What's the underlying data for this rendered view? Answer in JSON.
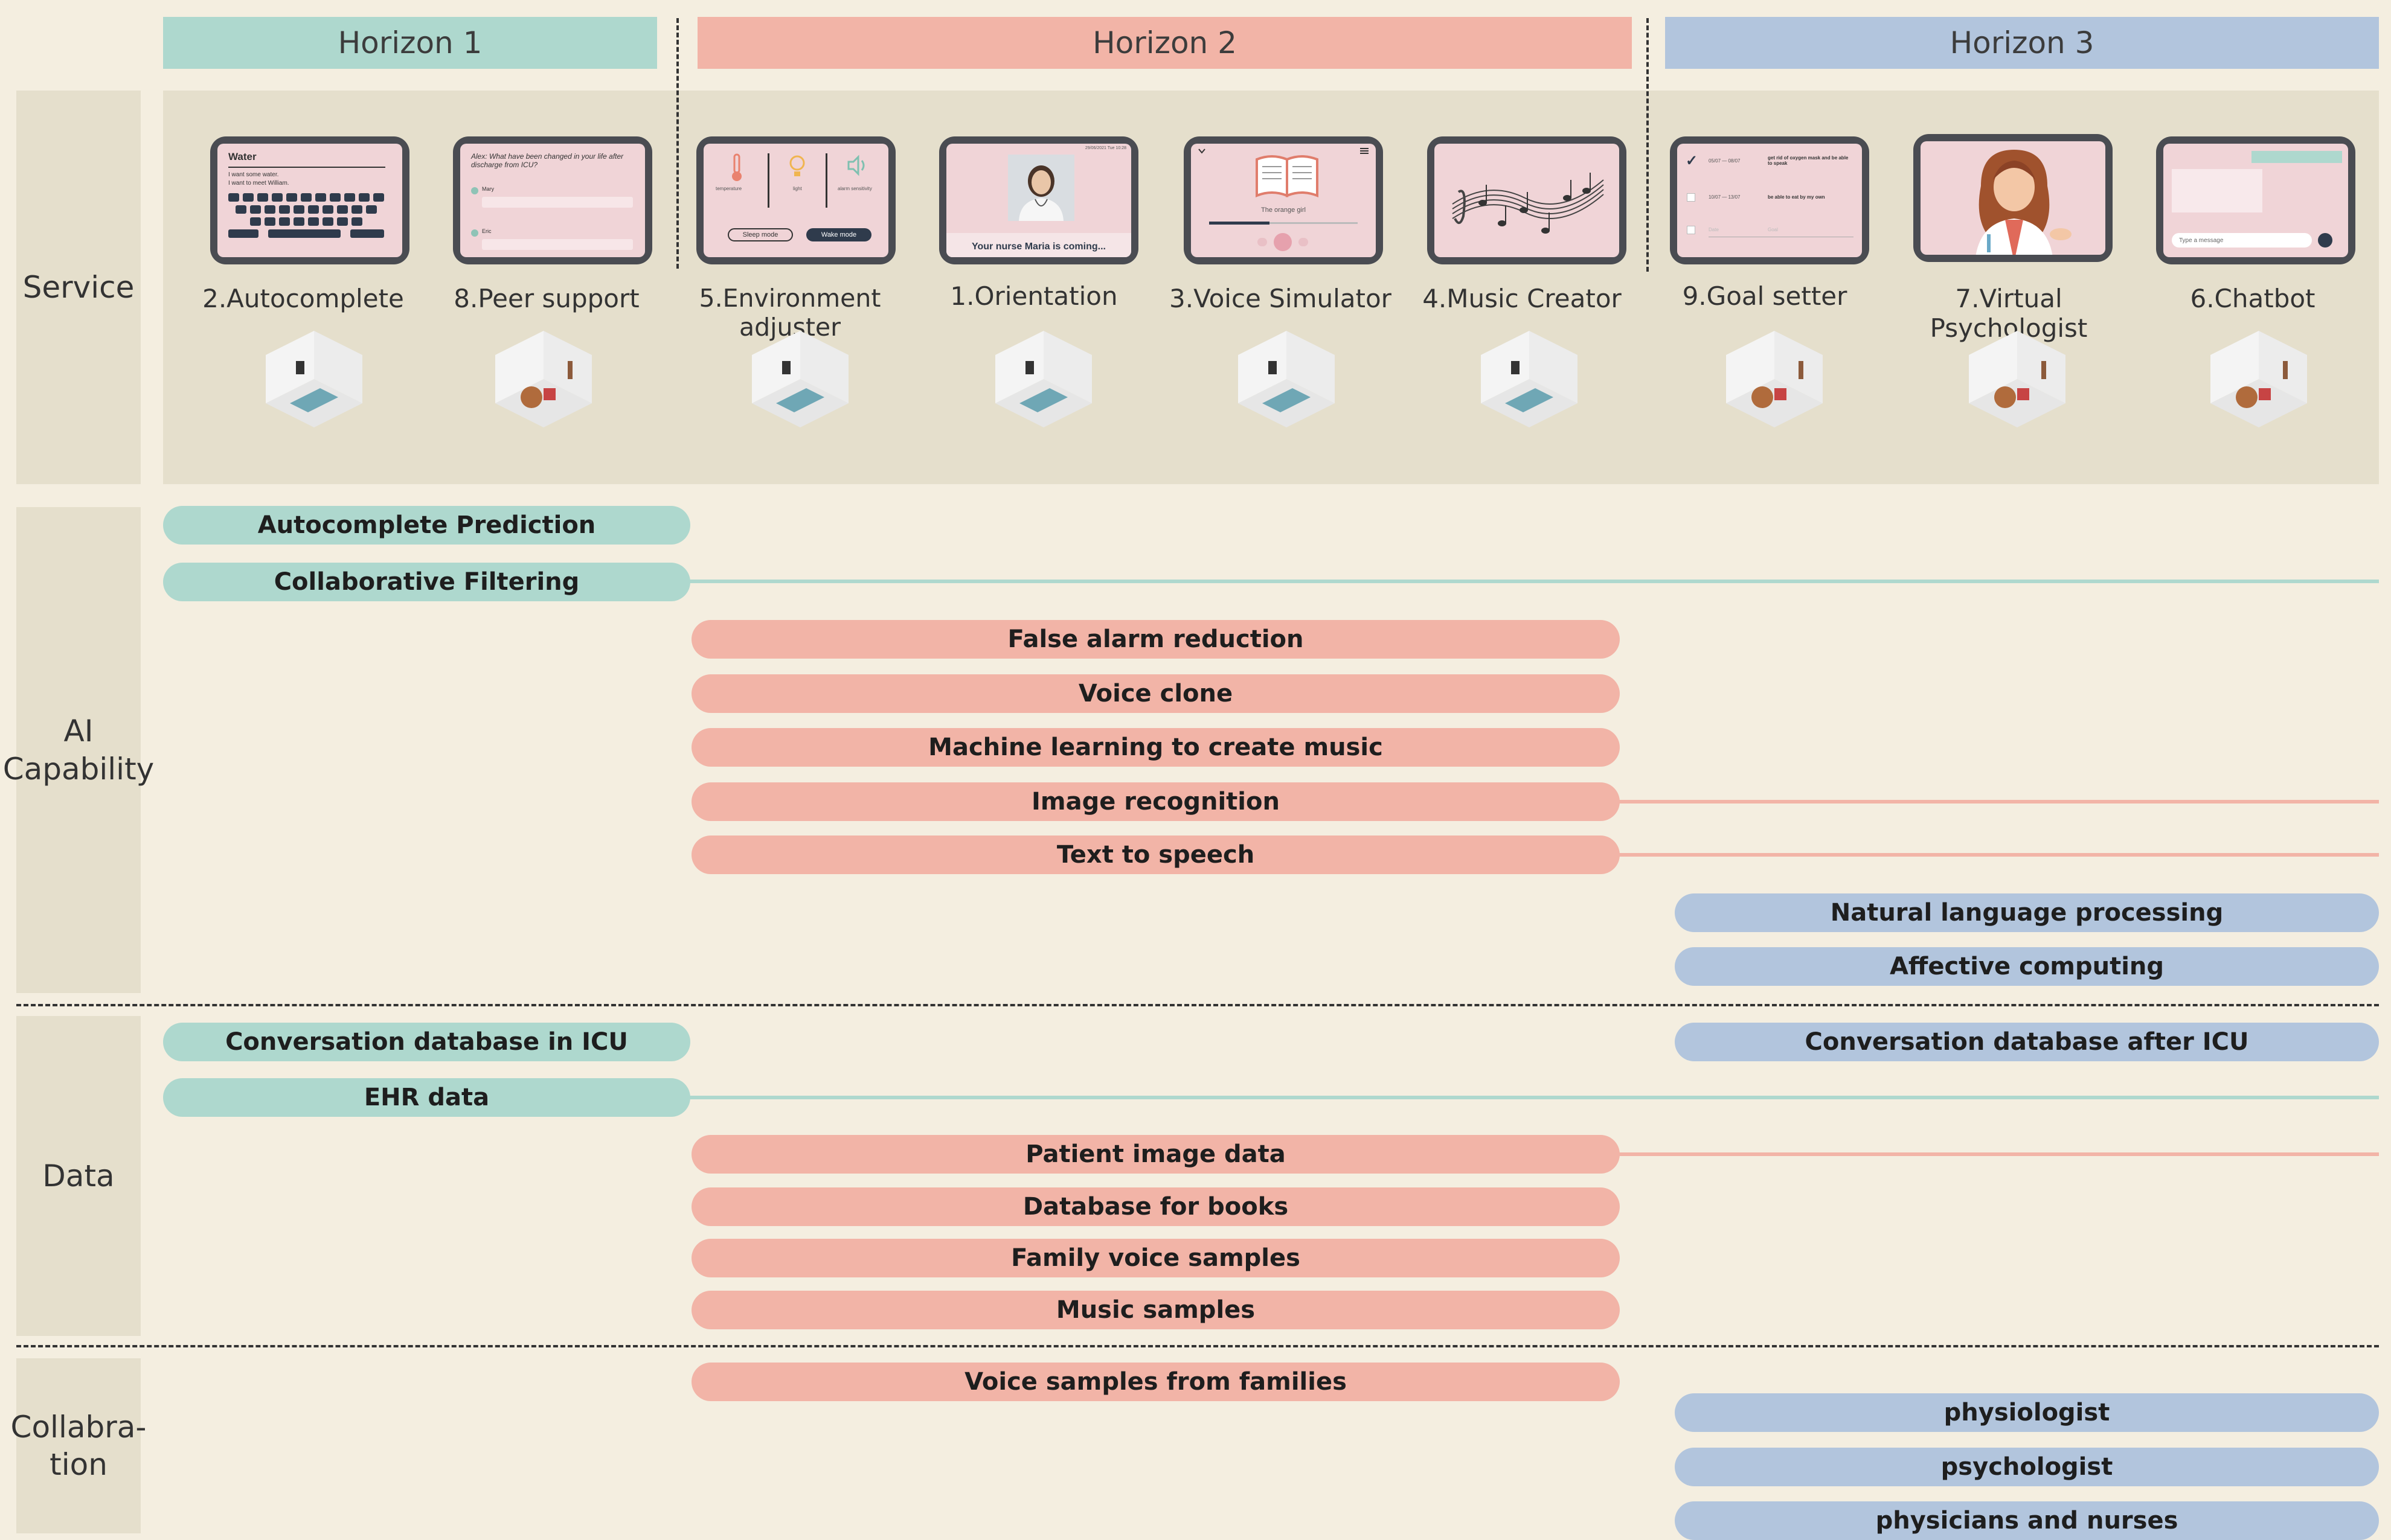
{
  "horizons": [
    "Horizon 1",
    "Horizon 2",
    "Horizon 3"
  ],
  "rows": {
    "service": "Service",
    "ai_1": "AI",
    "ai_2": "Capability",
    "data": "Data",
    "collab_1": "Collabra-",
    "collab_2": "tion"
  },
  "services": [
    {
      "label": "2.Autocomplete",
      "icon": "keyboard-screen-icon"
    },
    {
      "label": "8.Peer support",
      "icon": "peer-chat-screen-icon"
    },
    {
      "label": "5.Environment adjuster",
      "icon": "environment-controls-screen-icon"
    },
    {
      "label": "1.Orientation",
      "icon": "nurse-video-screen-icon"
    },
    {
      "label": "3.Voice Simulator",
      "icon": "book-reader-screen-icon"
    },
    {
      "label": "4.Music Creator",
      "icon": "music-notes-screen-icon"
    },
    {
      "label": "9.Goal setter",
      "icon": "checklist-screen-icon"
    },
    {
      "label": "7.Virtual Psychologist",
      "icon": "psychologist-screen-icon"
    },
    {
      "label": "6.Chatbot",
      "icon": "chatbot-screen-icon"
    }
  ],
  "screens": {
    "autocomplete_word": "Water",
    "autocomplete_s1": "I want some water.",
    "autocomplete_s2": "I want to meet William.",
    "peer_q": "Alex: What have been changed in your life after discharge from ICU?",
    "peer_u1": "Mary",
    "peer_u2": "Eric",
    "env_temp": "temperature",
    "env_light": "light",
    "env_alarm": "alarm sensitivity",
    "env_sleep": "Sleep mode",
    "env_wake": "Wake mode",
    "orient_date": "29/06/2021  Tue  10:28",
    "orient_caption": "Your nurse Maria is coming...",
    "voice_title": "The orange girl",
    "goal_d1": "05/07 — 08/07",
    "goal_t1": "get rid of oxygen mask and be able to speak",
    "goal_d2": "10/07 — 13/07",
    "goal_t2": "be able to eat by my own",
    "goal_d3": "Date",
    "goal_t3": "Goal",
    "chat_placeholder": "Type a message"
  },
  "ai": {
    "autocomplete_prediction": "Autocomplete Prediction",
    "collaborative_filtering": "Collaborative Filtering",
    "false_alarm": "False alarm reduction",
    "voice_clone": "Voice clone",
    "ml_music": "Machine learning to create music",
    "image_recognition": "Image recognition",
    "tts": "Text to speech",
    "nlp": "Natural language processing",
    "affective": "Affective computing"
  },
  "data_items": {
    "conv_icu": "Conversation database in ICU",
    "ehr": "EHR data",
    "conv_after": "Conversation database after ICU",
    "patient_image": "Patient image data",
    "books": "Database for books",
    "family_voice": "Family voice samples",
    "music": "Music samples"
  },
  "collab": {
    "voice_families": "Voice samples from families",
    "physiologist": "physiologist",
    "psychologist": "psychologist",
    "physicians": "physicians and nurses"
  },
  "colors": {
    "horizon1": "#aed8ce",
    "horizon2": "#f2b4a7",
    "horizon3": "#b2c5dd",
    "panel": "#e5dfcc",
    "background": "#f4eee0"
  }
}
